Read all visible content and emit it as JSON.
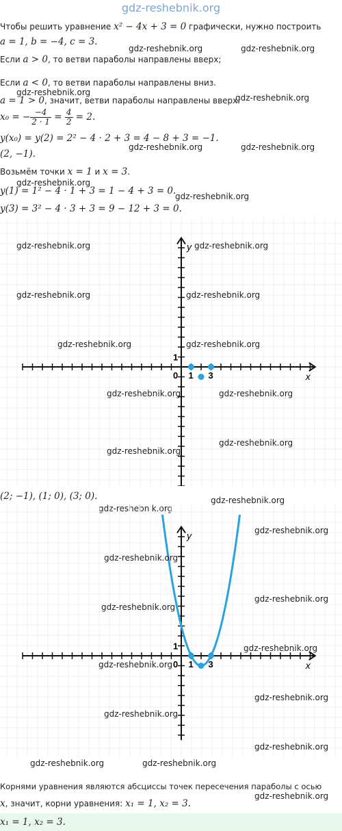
{
  "site_title": "gdz-reshebnik.org",
  "watermark": "gdz-reshebnik.org",
  "text": {
    "intro_a": "Чтобы решить уравнение ",
    "intro_eq": "x² − 4x + 3 = 0",
    "intro_b": " графически, нужно построить",
    "coeffs": "a = 1,  b = −4,  c = 3.",
    "rule_up_a": "Если ",
    "rule_up_eq": "a > 0",
    "rule_up_b": ", то ветви параболы направлены вверх;",
    "rule_down_a": "Если ",
    "rule_down_eq": "a < 0",
    "rule_down_b": ", то ветви параболы направлены вниз.",
    "concl_eq": "a = 1 > 0",
    "concl_b": ", значит, ветви параболы направлены вверх.",
    "x0_left": "x₀ = −",
    "x0_num": "−4",
    "x0_den": "2 · 1",
    "x0_mid": " = ",
    "x0_num2": "4",
    "x0_den2": "2",
    "x0_end": " = 2.",
    "y0": "y(x₀) = y(2) = 2² − 4 · 2 + 3 = 4 − 8 + 3 = −1.",
    "vertex": "(2,  −1).",
    "take_a": "Возьмём точки ",
    "take_eq1": "x = 1",
    "take_b": " и ",
    "take_eq2": "x = 3",
    "take_c": ".",
    "y1": "y(1) = 1² − 4 · 1 + 3 = 1 − 4 + 3 = 0.",
    "y3": "y(3) = 3² − 4 · 3 + 3 = 9 − 12 + 3 = 0.",
    "points": "(2; −1),  (1; 0),  (3; 0).",
    "roots_a": "Корнями уравнения являются абсциссы точек пересечения параболы с осью",
    "roots_b1": "x",
    "roots_b2": ", значит, корни уравнения: ",
    "roots_b3": "x₁ = 1, x₂ = 3.",
    "answer": "x₁ = 1, x₂ = 3."
  },
  "graph": {
    "x_label": "x",
    "y_label": "y",
    "origin_label": "0",
    "one_label": "1",
    "x1_label": "1",
    "x3_label": "3",
    "color_point": "#29a3e0",
    "color_curve": "#29a3e0",
    "points": [
      [
        2,
        -1
      ],
      [
        1,
        0
      ],
      [
        3,
        0
      ]
    ]
  }
}
